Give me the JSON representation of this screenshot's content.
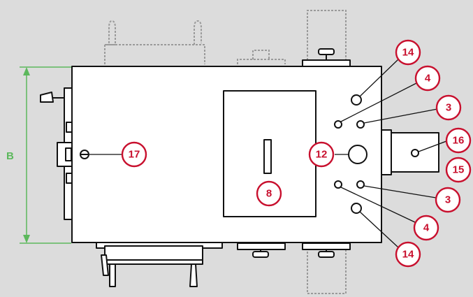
{
  "dimension": {
    "label": "B",
    "color": "#5cb85c"
  },
  "colors": {
    "accent": "#c8102e",
    "line": "#111111",
    "fill": "#ffffff",
    "dashed": "#9a9a9a",
    "background": "#dcdcdc"
  },
  "callouts": [
    {
      "id": "c14a",
      "label": "14"
    },
    {
      "id": "c4a",
      "label": "4"
    },
    {
      "id": "c3a",
      "label": "3"
    },
    {
      "id": "c16",
      "label": "16"
    },
    {
      "id": "c15",
      "label": "15"
    },
    {
      "id": "c12",
      "label": "12"
    },
    {
      "id": "c17",
      "label": "17"
    },
    {
      "id": "c8",
      "label": "8"
    },
    {
      "id": "c3b",
      "label": "3"
    },
    {
      "id": "c4b",
      "label": "4"
    },
    {
      "id": "c14b",
      "label": "14"
    }
  ]
}
